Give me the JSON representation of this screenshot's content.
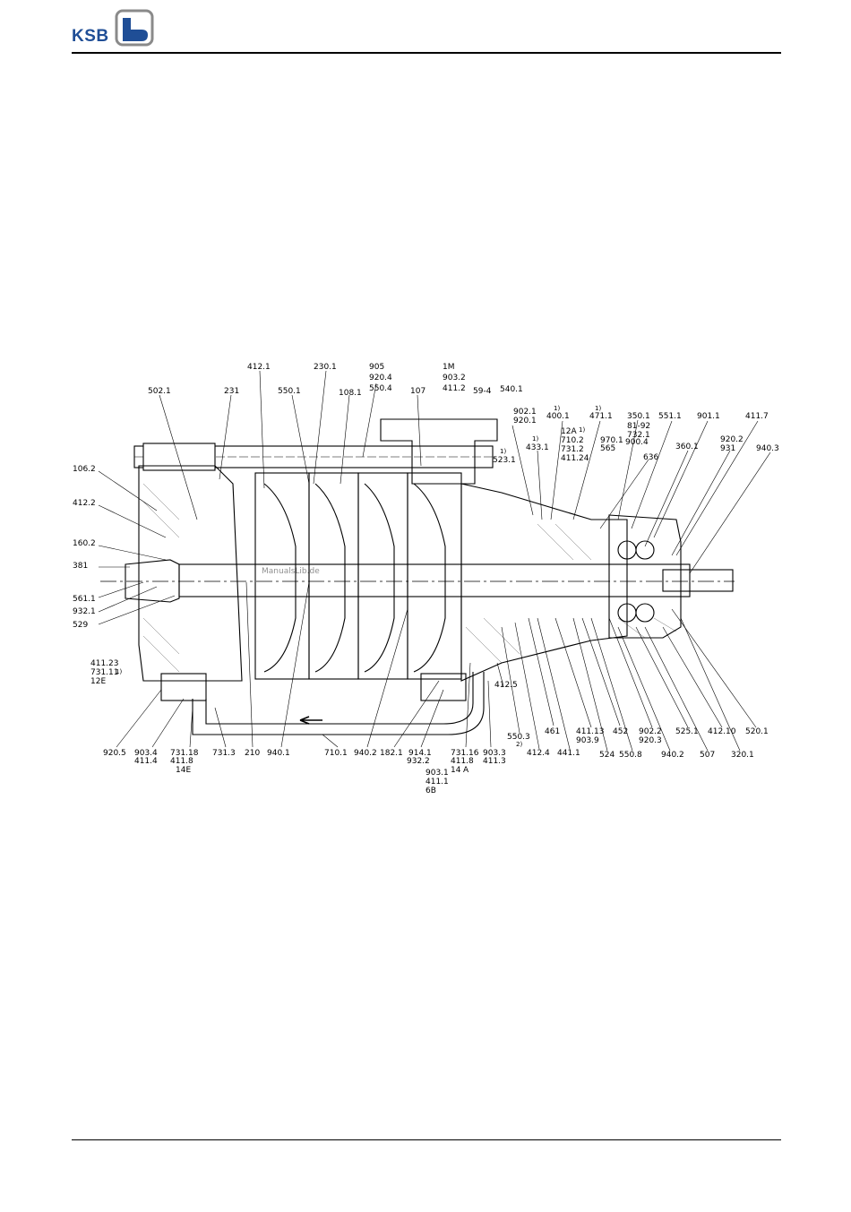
{
  "brand": {
    "logo_text": "KSB",
    "logo_color": "#1f4e96",
    "logo_accent": "#8a8a8a"
  },
  "watermark": "ManualsLib.de",
  "labels": [
    {
      "id": "l1",
      "text": "412.1"
    },
    {
      "id": "l2",
      "text": "230.1"
    },
    {
      "id": "l3",
      "text": "905"
    },
    {
      "id": "l4",
      "text": "920.4"
    },
    {
      "id": "l5",
      "text": "550.4"
    },
    {
      "id": "l6",
      "text": "1M"
    },
    {
      "id": "l7",
      "text": "903.2"
    },
    {
      "id": "l8",
      "text": "411.2"
    },
    {
      "id": "l9",
      "text": "59-4"
    },
    {
      "id": "l10",
      "text": "540.1"
    },
    {
      "id": "l11",
      "text": "502.1"
    },
    {
      "id": "l12",
      "text": "231"
    },
    {
      "id": "l13",
      "text": "550.1"
    },
    {
      "id": "l14",
      "text": "108.1"
    },
    {
      "id": "l15",
      "text": "107"
    },
    {
      "id": "l16",
      "text": "902.1"
    },
    {
      "id": "l17",
      "text": "920.1"
    },
    {
      "id": "l18",
      "text": "400.1"
    },
    {
      "id": "l19",
      "text": "471.1"
    },
    {
      "id": "l20",
      "text": "350.1"
    },
    {
      "id": "l21",
      "text": "551.1"
    },
    {
      "id": "l22",
      "text": "901.1"
    },
    {
      "id": "l23",
      "text": "411.7"
    },
    {
      "id": "l24",
      "text": "81-92"
    },
    {
      "id": "l25",
      "text": "732.1"
    },
    {
      "id": "l26",
      "text": "900.4"
    },
    {
      "id": "l27",
      "text": "433.1"
    },
    {
      "id": "l28",
      "text": "12A"
    },
    {
      "id": "l29",
      "text": "710.2"
    },
    {
      "id": "l30",
      "text": "731.2"
    },
    {
      "id": "l31",
      "text": "411.24"
    },
    {
      "id": "l32",
      "text": "970.1"
    },
    {
      "id": "l33",
      "text": "565"
    },
    {
      "id": "l34",
      "text": "360.1"
    },
    {
      "id": "l35",
      "text": "920.2"
    },
    {
      "id": "l36",
      "text": "931"
    },
    {
      "id": "l37",
      "text": "940.3"
    },
    {
      "id": "l38",
      "text": "523.1"
    },
    {
      "id": "l39",
      "text": "636"
    },
    {
      "id": "l40",
      "text": "106.2"
    },
    {
      "id": "l41",
      "text": "412.2"
    },
    {
      "id": "l42",
      "text": "160.2"
    },
    {
      "id": "l43",
      "text": "381"
    },
    {
      "id": "l44",
      "text": "561.1"
    },
    {
      "id": "l45",
      "text": "932.1"
    },
    {
      "id": "l46",
      "text": "529"
    },
    {
      "id": "l47",
      "text": "411.23"
    },
    {
      "id": "l48",
      "text": "731.11"
    },
    {
      "id": "l49",
      "text": "12E"
    },
    {
      "id": "l50",
      "text": "920.5"
    },
    {
      "id": "l51",
      "text": "903.4"
    },
    {
      "id": "l52",
      "text": "411.4"
    },
    {
      "id": "l53",
      "text": "731.18"
    },
    {
      "id": "l54",
      "text": "411.8"
    },
    {
      "id": "l55",
      "text": "14E"
    },
    {
      "id": "l56",
      "text": "731.3"
    },
    {
      "id": "l57",
      "text": "210"
    },
    {
      "id": "l58",
      "text": "940.1"
    },
    {
      "id": "l59",
      "text": "710.1"
    },
    {
      "id": "l60",
      "text": "940.2"
    },
    {
      "id": "l61",
      "text": "182.1"
    },
    {
      "id": "l62",
      "text": "914.1"
    },
    {
      "id": "l63",
      "text": "932.2"
    },
    {
      "id": "l64",
      "text": "903.1"
    },
    {
      "id": "l65",
      "text": "411.1"
    },
    {
      "id": "l66",
      "text": "6B"
    },
    {
      "id": "l67",
      "text": "731.16"
    },
    {
      "id": "l68",
      "text": "411.8"
    },
    {
      "id": "l69",
      "text": "14"
    },
    {
      "id": "l70",
      "text": "A"
    },
    {
      "id": "l71",
      "text": "903.3"
    },
    {
      "id": "l72",
      "text": "411.3"
    },
    {
      "id": "l73",
      "text": "550.3"
    },
    {
      "id": "l74",
      "text": "412.5"
    },
    {
      "id": "l75",
      "text": "412.4"
    },
    {
      "id": "l76",
      "text": "461"
    },
    {
      "id": "l77",
      "text": "441.1"
    },
    {
      "id": "l78",
      "text": "411.13"
    },
    {
      "id": "l79",
      "text": "903.9"
    },
    {
      "id": "l80",
      "text": "524"
    },
    {
      "id": "l81",
      "text": "452"
    },
    {
      "id": "l82",
      "text": "550.8"
    },
    {
      "id": "l83",
      "text": "902.2"
    },
    {
      "id": "l84",
      "text": "920.3"
    },
    {
      "id": "l85",
      "text": "940.2"
    },
    {
      "id": "l86",
      "text": "525.1"
    },
    {
      "id": "l87",
      "text": "507"
    },
    {
      "id": "l88",
      "text": "412.10"
    },
    {
      "id": "l89",
      "text": "320.1"
    },
    {
      "id": "l90",
      "text": "520.1"
    }
  ],
  "footnote_marks": [
    {
      "id": "f1",
      "text": "1)"
    },
    {
      "id": "f2",
      "text": "1)"
    },
    {
      "id": "f3",
      "text": "1)"
    },
    {
      "id": "f4",
      "text": "1)"
    },
    {
      "id": "f5",
      "text": "1)"
    },
    {
      "id": "f6",
      "text": "1)"
    },
    {
      "id": "f7",
      "text": "2)"
    }
  ]
}
